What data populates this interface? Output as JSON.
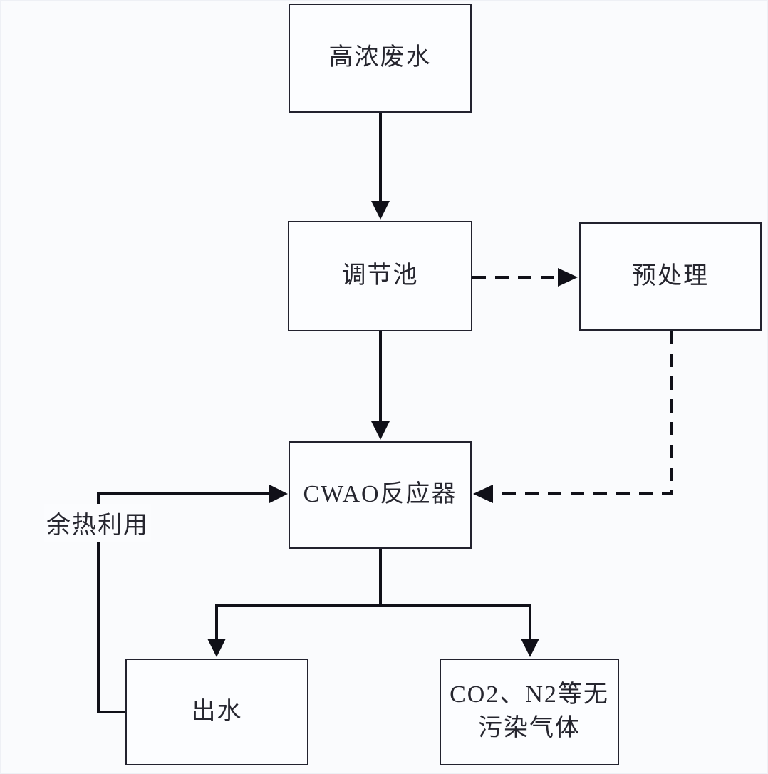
{
  "diagram": {
    "type": "flowchart",
    "language": "zh-CN",
    "nodes": {
      "wastewater": {
        "label": "高浓废水"
      },
      "tank": {
        "label": "调节池"
      },
      "pretreatment": {
        "label": "预处理"
      },
      "reactor": {
        "label": "CWAO反应器"
      },
      "effluent": {
        "label": "出水"
      },
      "gas": {
        "label": "CO2、N2等无污染气体"
      }
    },
    "edge_labels": {
      "waste_heat": "余热利用"
    },
    "edges": [
      {
        "from": "wastewater",
        "to": "tank",
        "style": "solid-arrow"
      },
      {
        "from": "tank",
        "to": "pretreatment",
        "style": "dashed-arrow"
      },
      {
        "from": "tank",
        "to": "reactor",
        "style": "solid-arrow"
      },
      {
        "from": "pretreatment",
        "to": "reactor",
        "style": "dashed-arrow"
      },
      {
        "from": "reactor",
        "to": "effluent",
        "style": "solid-arrow"
      },
      {
        "from": "reactor",
        "to": "gas",
        "style": "solid-arrow"
      },
      {
        "from": "effluent",
        "to": "reactor",
        "style": "solid-arrow",
        "label": "余热利用"
      }
    ],
    "colors": {
      "background": "#fafbfd",
      "box_border": "#22222e",
      "text": "#26262f",
      "line": "#101018"
    }
  }
}
